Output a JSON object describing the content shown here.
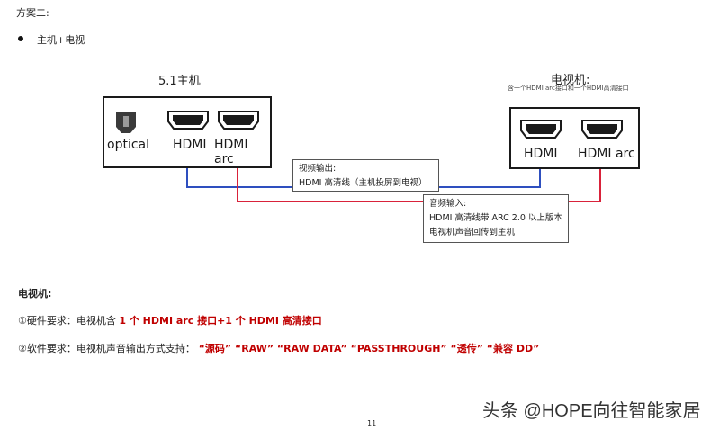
{
  "scheme_title": "方案二:",
  "bullet_text": "主机+电视",
  "diagram": {
    "host_label": "5.1主机",
    "host_ports": {
      "optical": "optical",
      "hdmi": "HDMI",
      "hdmi_arc": "HDMI arc"
    },
    "tv_label": "电视机:",
    "tv_sublabel": "含一个HDMI arc接口和一个HDMI高清接口",
    "tv_ports": {
      "hdmi": "HDMI",
      "hdmi_arc": "HDMI arc"
    },
    "video_callout": {
      "line1": "视频输出:",
      "line2": "HDMI 高清线（主机投屏到电视）"
    },
    "audio_callout": {
      "line1": "音频输入:",
      "line2": "HDMI 高清线带 ARC 2.0 以上版本",
      "line3": "电视机声音回传到主机"
    },
    "colors": {
      "video_line": "#2e4fbf",
      "audio_line": "#d9223a"
    }
  },
  "section": {
    "heading": "电视机:",
    "hw_prefix": "①硬件要求：电视机含 ",
    "hw_highlight": "1 个 HDMI arc 接口+1 个 HDMI 高清接口",
    "sw_prefix": "②软件要求：电视机声音输出方式支持：",
    "sw_highlight": " “源码” “RAW” “RAW DATA” “PASSTHROUGH” “透传” “兼容 DD”"
  },
  "page_number": "11",
  "watermark": "头条 @HOPE向往智能家居"
}
